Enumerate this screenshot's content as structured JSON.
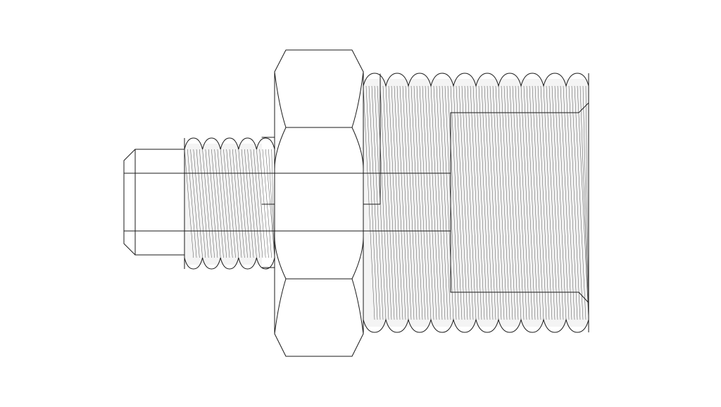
{
  "drawing": {
    "view": "side elevation",
    "style": "line drawing",
    "colors": {
      "background": "#ffffff",
      "line": "#1a1a1a",
      "thread_fill": "#d4d4d4"
    },
    "parts": {
      "flare_tip": "flare-tip",
      "small_thread": "small-male-thread",
      "hex_nut": "hex-nut",
      "large_thread": "large-male-thread",
      "bore": "inner-bore"
    }
  }
}
